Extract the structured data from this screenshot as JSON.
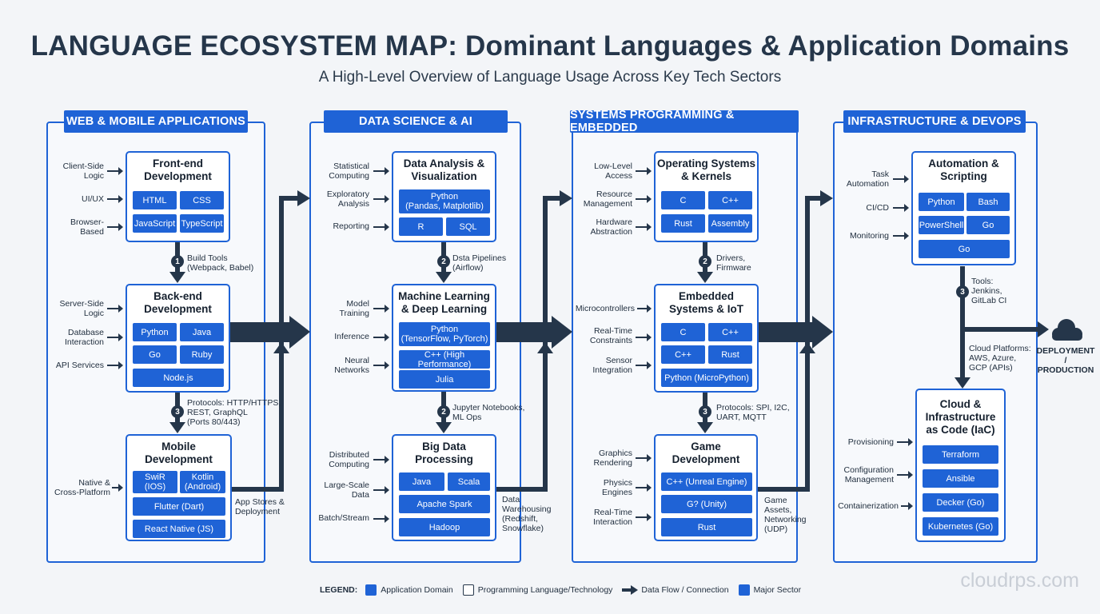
{
  "title": "LANGUAGE ECOSYSTEM MAP: Dominant Languages & Application Domains",
  "subtitle": "A High-Level Overview of Language Usage Across Key Tech Sectors",
  "sectors": [
    {
      "header": "WEB & MOBILE APPLICATIONS",
      "domains": [
        {
          "title": "Front-end\nDevelopment",
          "chips": [
            "HTML",
            "CSS",
            "JavaScript",
            "TypeScript"
          ],
          "inputs": [
            "Client-Side\nLogic",
            "UI/UX",
            "Browser-\nBased"
          ]
        },
        {
          "title": "Back-end\nDevelopment",
          "chips": [
            "Python",
            "Java",
            "Go",
            "Ruby",
            "Node.js"
          ],
          "inputs": [
            "Server-Side\nLogic",
            "Database\nInteraction",
            "API Services"
          ]
        },
        {
          "title": "Mobile\nDevelopment",
          "chips": [
            "SwiR\n(IOS)",
            "Kotlin\n(Android)",
            "Flutter (Dart)",
            "React Native (JS)"
          ],
          "inputs": [
            "Native &\nCross-Platform"
          ]
        }
      ],
      "steps": [
        {
          "num": "1",
          "note": "Build Tools\n(Webpack, Babel)"
        },
        {
          "num": "3",
          "note": "Protocols: HTTP/HTTPS,\nREST, GraphQL\n(Ports 80/443)"
        }
      ],
      "flow_note": "App Stores &\nDeployment"
    },
    {
      "header": "DATA SCIENCE & AI",
      "domains": [
        {
          "title": "Data Analysis &\nVisualization",
          "chips": [
            "Python\n(Pandas, Matplotlib)",
            "R",
            "SQL"
          ],
          "inputs": [
            "Statistical\nComputing",
            "Exploratory\nAnalysis",
            "Reporting"
          ]
        },
        {
          "title": "Machine Learning\n& Deep Learning",
          "chips": [
            "Python\n(TensorFlow, PyTorch)",
            "C++ (High Performance)",
            "Julia"
          ],
          "inputs": [
            "Model\nTraining",
            "Inference",
            "Neural\nNetworks"
          ]
        },
        {
          "title": "Big Data\nProcessing",
          "chips": [
            "Java",
            "Scala",
            "Apache Spark",
            "Hadoop"
          ],
          "inputs": [
            "Distributed\nComputing",
            "Large-Scale\nData",
            "Batch/Stream"
          ]
        }
      ],
      "steps": [
        {
          "num": "2",
          "note": "Dsta Pipelines\n(Airflow)"
        },
        {
          "num": "2",
          "note": "Jupyter Notebooks,\nML Ops"
        }
      ],
      "flow_note": "Data\nWarehousing\n(Redshift,\nSnowflake)"
    },
    {
      "header": "SYSTEMS PROGRAMMING & EMBEDDED",
      "domains": [
        {
          "title": "Operating Systems\n& Kernels",
          "chips": [
            "C",
            "C++",
            "Rust",
            "Assembly"
          ],
          "inputs": [
            "Low-Level\nAccess",
            "Resource\nManagement",
            "Hardware\nAbstraction"
          ]
        },
        {
          "title": "Embedded\nSystems & IoT",
          "chips": [
            "C",
            "C++",
            "C++",
            "Rust",
            "Python (MicroPython)"
          ],
          "inputs": [
            "Microcontrollers",
            "Real-Time\nConstraints",
            "Sensor\nIntegration"
          ]
        },
        {
          "title": "Game\nDevelopment",
          "chips": [
            "C++ (Unreal Engine)",
            "G? (Unity)",
            "Rust"
          ],
          "inputs": [
            "Graphics\nRendering",
            "Physics\nEngines",
            "Real-Time\nInteraction"
          ]
        }
      ],
      "steps": [
        {
          "num": "2",
          "note": "Drivers,\nFirmware"
        },
        {
          "num": "3",
          "note": "Protocols: SPI, I2C,\nUART, MQTT"
        }
      ],
      "flow_note": "Game\nAssets,\nNetworking\n(UDP)"
    },
    {
      "header": "INFRASTRUCTURE & DEVOPS",
      "domains": [
        {
          "title": "Automation &\nScripting",
          "chips": [
            "Python",
            "Bash",
            "PowerShell",
            "Go",
            "Go"
          ],
          "inputs": [
            "Task\nAutomation",
            "CI/CD",
            "Monitoring"
          ]
        },
        {
          "title": "Cloud &\nInfrastructure\nas Code (IaC)",
          "chips": [
            "Terraform",
            "Ansible",
            "Decker (Go)",
            "Kubernetes (Go)"
          ],
          "inputs": [
            "Provisioning",
            "Configuration\nManagement",
            "Containerization"
          ]
        }
      ],
      "steps": [
        {
          "num": "3",
          "note": "Tools:\nJenkins,\nGitLab CI"
        }
      ],
      "flow_note": "Cloud Platforms:\nAWS, Azure,\nGCP (APIs)",
      "output": "DEPLOYMENT /\nPRODUCTION"
    }
  ],
  "legend": {
    "title": "LEGEND:",
    "items": [
      "Application Domain",
      "Programming Language/Technology",
      "Data Flow / Connection",
      "Major Sector"
    ]
  },
  "watermark": "cloudrps.com",
  "colors": {
    "accent": "#1f63d6",
    "flow": "#25364a",
    "background": "#f3f5f8"
  }
}
